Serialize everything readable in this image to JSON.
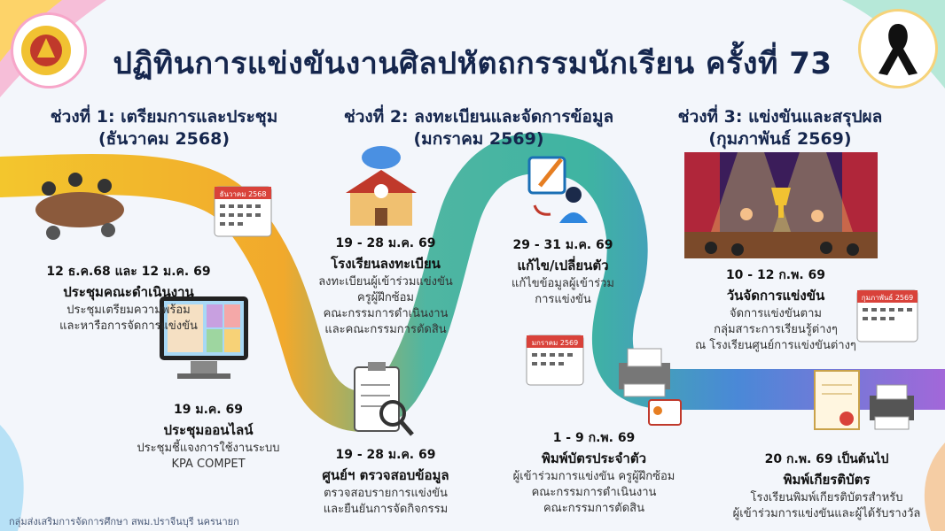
{
  "title": "ปฏิทินการแข่งขันงานศิลปหัตถกรรมนักเรียน ครั้งที่ 73",
  "phases": [
    {
      "label": "ช่วงที่ 1: เตรียมการและประชุม",
      "sub": "(ธันวาคม 2568)"
    },
    {
      "label": "ช่วงที่ 2: ลงทะเบียนและจัดการข้อมูล",
      "sub": "(มกราคม 2569)"
    },
    {
      "label": "ช่วงที่ 3: แข่งขันและสรุปผล",
      "sub": "(กุมภาพันธ์ 2569)"
    }
  ],
  "events": [
    {
      "date": "12 ธ.ค.68 และ 12 ม.ค. 69",
      "title": "ประชุมคณะดำเนินงาน",
      "desc": [
        "ประชุมเตรียมความพร้อม",
        "และหารือการจัดการแข่งขัน"
      ]
    },
    {
      "date": "19 ม.ค. 69",
      "title": "ประชุมออนไลน์",
      "desc": [
        "ประชุมชี้แจงการใช้งานระบบ",
        "KPA COMPET"
      ]
    },
    {
      "date": "19 - 28 ม.ค. 69",
      "title": "โรงเรียนลงทะเบียน",
      "desc": [
        "ลงทะเบียนผู้เข้าร่วมแข่งขัน",
        "ครูผู้ฝึกซ้อม",
        "คณะกรรมการดำเนินงาน",
        "และคณะกรรมการตัดสิน"
      ]
    },
    {
      "date": "19 - 28 ม.ค. 69",
      "title": "ศูนย์ฯ ตรวจสอบข้อมูล",
      "desc": [
        "ตรวจสอบรายการแข่งขัน",
        "และยืนยันการจัดกิจกรรม"
      ]
    },
    {
      "date": "29 - 31 ม.ค. 69",
      "title": "แก้ไข/เปลี่ยนตัว",
      "desc": [
        "แก้ไขข้อมูลผู้เข้าร่วม",
        "การแข่งขัน"
      ]
    },
    {
      "date": "1 - 9 ก.พ. 69",
      "title": "พิมพ์บัตรประจำตัว",
      "desc": [
        "ผู้เข้าร่วมการแข่งขัน ครูผู้ฝึกซ้อม",
        "คณะกรรมการดำเนินงาน",
        "คณะกรรมการตัดสิน"
      ]
    },
    {
      "date": "10 - 12 ก.พ. 69",
      "title": "วันจัดการแข่งขัน",
      "desc": [
        "จัดการแข่งขันตาม",
        "กลุ่มสาระการเรียนรู้ต่างๆ",
        "ณ โรงเรียนศูนย์การแข่งขันต่างๆ"
      ]
    },
    {
      "date": "20 ก.พ. 69 เป็นต้นไป",
      "title": "พิมพ์เกียรติบัตร",
      "desc": [
        "โรงเรียนพิมพ์เกียรติบัตรสำหรับ",
        "ผู้เข้าร่วมการแข่งขันและผู้ได้รับรางวัล"
      ]
    }
  ],
  "calendars": [
    "ธันวาคม 2568",
    "มกราคม 2569",
    "กุมภาพันธ์ 2569"
  ],
  "footer": "กลุ่มส่งเสริมการจัดการศึกษา สพม.ปราจีนบุรี นครนายก",
  "colors": {
    "ribbon_start": "#f3b21b",
    "ribbon_mid": "#2fae9a",
    "ribbon_blue": "#3b7fd4",
    "ribbon_end": "#8e5bd6",
    "title": "#15264d"
  }
}
